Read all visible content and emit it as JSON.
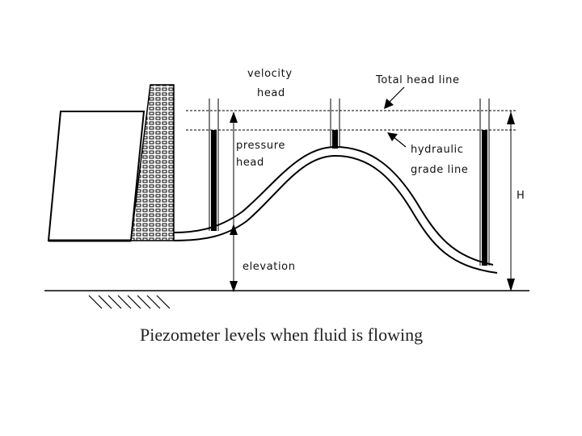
{
  "diagram": {
    "caption": "Piezometer levels when fluid is flowing",
    "labels": {
      "velocity_line1": "velocity",
      "velocity_line2": "head",
      "total_head_line": "Total head line",
      "pressure_line1": "pressure",
      "pressure_line2": "head",
      "hydraulic_line1": "hydraulic",
      "hydraulic_line2": "grade line",
      "h": "H",
      "elevation": "elevation"
    },
    "colors": {
      "line": "#000000",
      "text": "#111111",
      "background": "#ffffff"
    }
  }
}
